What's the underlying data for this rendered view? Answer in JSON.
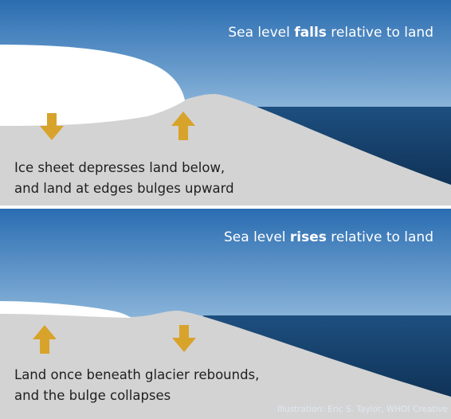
{
  "panels": [
    {
      "title_before": "Sea level ",
      "title_bold": "falls",
      "title_after": " relative to land",
      "caption_line1": "Ice sheet depresses land below,",
      "caption_line2": "and land at edges bulges upward",
      "arrows": [
        "down-arrow-icon",
        "up-arrow-icon"
      ]
    },
    {
      "title_before": "Sea level ",
      "title_bold": "rises",
      "title_after": " relative to land",
      "caption_line1": "Land once beneath glacier rebounds,",
      "caption_line2": "and the bulge collapses",
      "arrows": [
        "up-arrow-icon",
        "down-arrow-icon"
      ]
    }
  ],
  "credit": "Illustration: Eric S. Taylor, WHOI Creative",
  "colors": {
    "sky_top": "#2a6db1",
    "sky_bottom": "#e4eef7",
    "ocean_top": "#1b4c7a",
    "ocean_bottom": "#0c2b4d",
    "land": "#d3d3d3",
    "ice": "#ffffff",
    "arrow": "#d8a32b"
  }
}
